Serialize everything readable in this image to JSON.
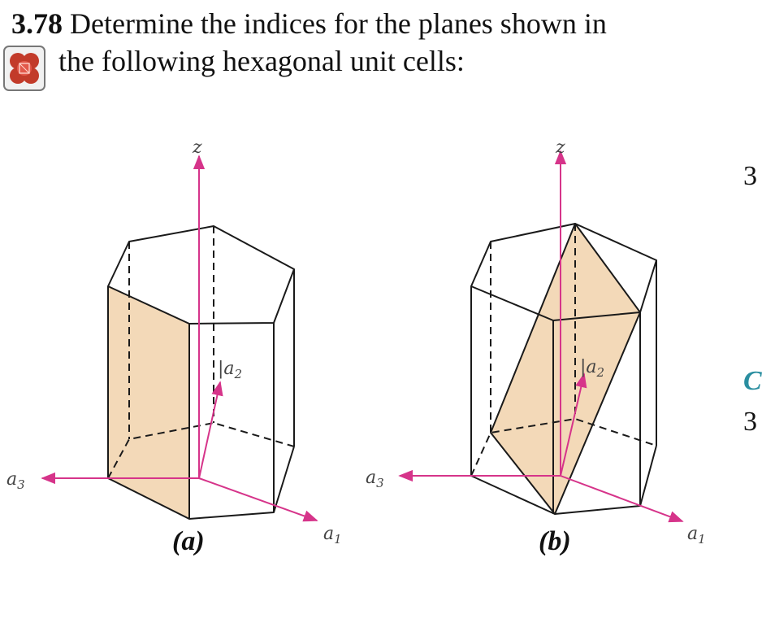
{
  "problem": {
    "number": "3.78",
    "line1": "Determine the indices for the planes shown in",
    "line2": "the following hexagonal unit cells:",
    "icon": "cube-tutorial-icon"
  },
  "figures": [
    {
      "caption": "(a)",
      "axes": {
        "z": "z",
        "a1": "a",
        "a1_sub": "1",
        "a2": "a",
        "a2_sub": "2",
        "a3": "a",
        "a3_sub": "3"
      }
    },
    {
      "caption": "(b)",
      "axes": {
        "z": "z",
        "a1": "a",
        "a1_sub": "1",
        "a2": "a",
        "a2_sub": "2",
        "a3": "a",
        "a3_sub": "3"
      }
    }
  ],
  "margin": {
    "top": "3",
    "middle": "C",
    "bottom": "3"
  },
  "colors": {
    "axis": "#d6348a",
    "plane": "#f3d9b8",
    "edge": "#1a1a1a",
    "margin_accent": "#2a8ea0"
  }
}
